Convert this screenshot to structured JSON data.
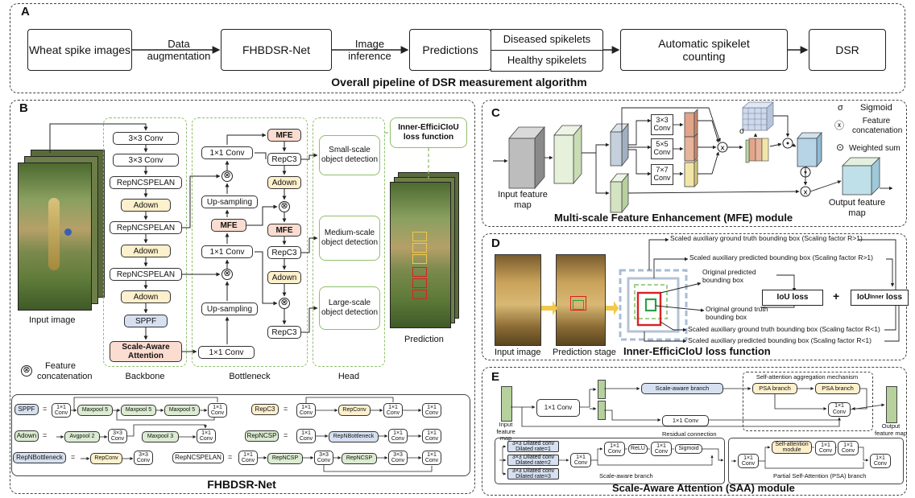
{
  "panels": {
    "a": "A",
    "b": "B",
    "c": "C",
    "d": "D",
    "e": "E"
  },
  "pipeline": {
    "input": "Wheat spike images",
    "arrow1": "Data augmentation",
    "net": "FHBDSR-Net",
    "arrow2": "Image inference",
    "pred": "Predictions",
    "diseased": "Diseased spikelets",
    "healthy": "Healthy spikelets",
    "count": "Automatic spikelet counting",
    "dsr": "DSR",
    "caption": "Overall pipeline of DSR measurement algorithm"
  },
  "b": {
    "input_image": "Input image",
    "legend_text": "Feature concatenation",
    "legend_symbol": "⊗",
    "backbone_title": "Backbone",
    "backbone": [
      "3×3 Conv",
      "3×3 Conv",
      "RepNCSPELAN",
      "Adown",
      "RepNCSPELAN",
      "Adown",
      "RepNCSPELAN",
      "Adown",
      "SPPF",
      "Scale-Aware Attention"
    ],
    "bottleneck_title": "Bottleneck",
    "bn": {
      "conv1": "1×1 Conv",
      "up1": "Up-sampling",
      "mfe": "MFE",
      "conv2": "1×1 Conv",
      "up2": "Up-sampling",
      "conv3": "1×1 Conv",
      "mfe2": "MFE",
      "repc3a": "RepC3",
      "adown1": "Adown",
      "mfe3": "MFE",
      "repc3b": "RepC3",
      "adown2": "Adown",
      "repc3c": "RepC3"
    },
    "head_title": "Head",
    "head": [
      "Small-scale object detection",
      "Medium-scale object detection",
      "Large-scale object detection"
    ],
    "loss": "Inner-EfficiCIoU loss function",
    "prediction": "Prediction",
    "net_caption": "FHBDSR-Net",
    "modules": {
      "sppf": "SPPF",
      "eq": "=",
      "conv11": "1×1 Conv",
      "maxpool": "Maxpool 5",
      "repc3": "RepC3",
      "repconv": "RepConv",
      "adown": "Adown",
      "avgpool": "Avgpool 2",
      "conv33": "3×3 Conv",
      "maxpool3": "Maxpool 3",
      "repncsp": "RepNCSP",
      "repnbottleneck": "RepNBottleneck",
      "repncspelan": "RepNCSPELAN"
    }
  },
  "c": {
    "input": "Input feature map",
    "output": "Output feature map",
    "k3": "3×3 Conv",
    "k5": "5×5 Conv",
    "k7": "7×7 Conv",
    "sigma_symbol": "σ",
    "sigmoid": "Sigmoid",
    "concat_symbol": "ⓧ",
    "concat": "Feature concatenation",
    "wsum_symbol": "⊙",
    "wsum": "Weighted sum",
    "caption": "Multi-scale Feature Enhancement (MFE) module"
  },
  "d": {
    "input": "Input image",
    "stage": "Prediction stage",
    "s1": "Scaled auxiliary ground truth bounding box  (Scaling factor R>1)",
    "s2": "Scaled auxiliary predicted bounding box  (Scaling factor R>1)",
    "orig_pred": "Original predicted bounding box",
    "orig_gt": "Original ground truth bounding box",
    "s3": "Scaled auxiliary ground truth bounding box (Scaling factor  R<1)",
    "s4": "Scaled auxiliary predicted bounding box (Scaling factor R<1)",
    "iou": "IoU loss",
    "plus": "+",
    "iou_inner": "IoU",
    "inner_sub": "Inner",
    "iou_inner_tail": " loss",
    "caption": "Inner-EfficiCIoU loss function"
  },
  "e": {
    "input": "Input feature map",
    "output": "Output feature map",
    "conv11": "1×1 Conv",
    "sa_branch": "Scale-aware branch",
    "residual": "Residual connection",
    "sam_title": "Self-attention aggregation mechanism",
    "psa": "PSA branch",
    "d1": "3×3 Dilated conv Dilated rate=1",
    "d2": "3×3 Dilated conv Dilated rate=2",
    "d3": "3×3 Dilated conv Dilated rate=3",
    "relu": "ReLU",
    "sigmoid": "Sigmoid",
    "sab_caption": "Scale-aware branch",
    "sam_module": "Self-attention module",
    "psa_caption": "Partial Self-Attention (PSA) branch",
    "caption": "Scale-Aware Attention (SAA) module"
  },
  "colors": {
    "green": "#8fbf6a",
    "yellow": "#fdf0cc",
    "pink": "#fbdcd0",
    "blue": "#d6e0f0",
    "red": "#d9221d",
    "gold": "#f2c84b"
  }
}
